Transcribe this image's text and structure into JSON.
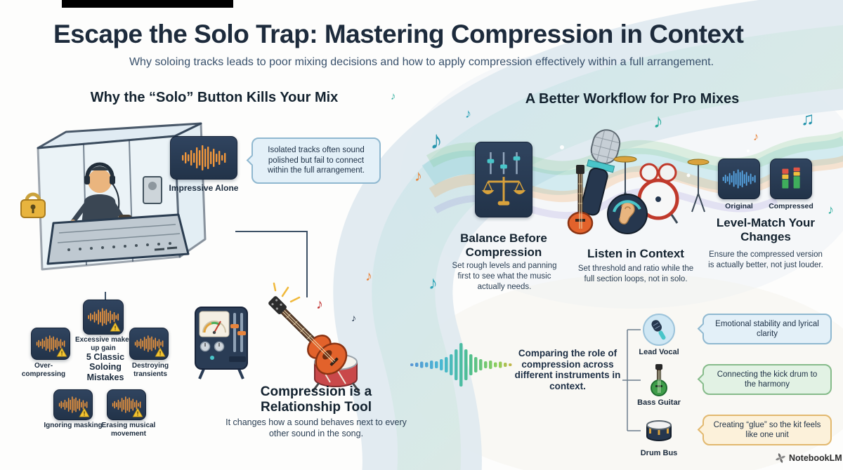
{
  "page": {
    "title": "Escape the Solo Trap: Mastering Compression in Context",
    "subtitle": "Why soloing tracks leads to poor mixing decisions and how to apply compression effectively within a full arrangement.",
    "brand": "NotebookLM",
    "colors": {
      "navy": "#223349",
      "orange": "#f2973b",
      "teal": "#49c5c9",
      "callout_blue": "#e3f0f8",
      "callout_green": "#e2f2e4",
      "callout_orange": "#fcf1da"
    }
  },
  "left": {
    "heading": "Why the “Solo” Button Kills Your Mix",
    "impressive_label": "Impressive Alone",
    "callout": "Isolated tracks often sound polished but fail to connect within the full arrangement.",
    "mistakes": {
      "center": "5 Classic Soloing Mistakes",
      "items": [
        "Excessive make-up gain",
        "Over-compressing",
        "Destroying transients",
        "Ignoring masking",
        "Erasing musical movement"
      ]
    },
    "relationship": {
      "title": "Compression is a Relationship Tool",
      "body": "It changes how a sound behaves next to every other sound in the song."
    }
  },
  "right": {
    "heading": "A Better Workflow for Pro Mixes",
    "steps": [
      {
        "title": "Balance Before Compression",
        "body": "Set rough levels and panning first to see what the music actually needs."
      },
      {
        "title": "Listen in Context",
        "body": "Set threshold and ratio while the full section loops, not in solo."
      },
      {
        "title": "Level-Match Your Changes",
        "body": "Ensure the compressed version is actually better, not just louder.",
        "labels": [
          "Original",
          "Compressed"
        ]
      }
    ]
  },
  "bottom": {
    "center": "Comparing the role of compression across different instruments in context.",
    "rows": [
      {
        "label": "Lead Vocal",
        "callout": "Emotional stability and lyrical clarity"
      },
      {
        "label": "Bass Guitar",
        "callout": "Connecting the kick drum to the harmony"
      },
      {
        "label": "Drum Bus",
        "callout": "Creating “glue” so the kit feels like one unit"
      }
    ]
  }
}
